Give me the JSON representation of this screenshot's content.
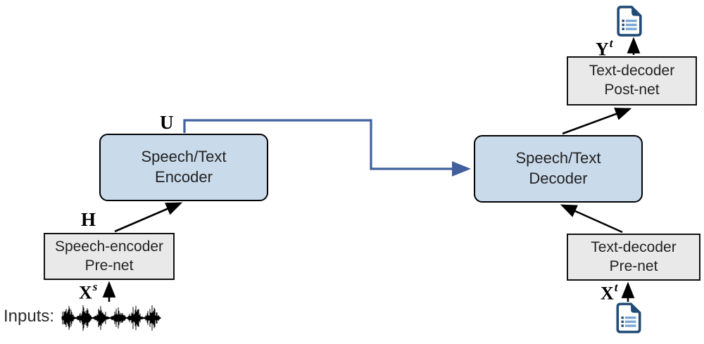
{
  "figure": {
    "caption_inputs": "Inputs:"
  },
  "boxes": {
    "encoder": {
      "line1": "Speech/Text",
      "line2": "Encoder"
    },
    "decoder": {
      "line1": "Speech/Text",
      "line2": "Decoder"
    },
    "speech_encoder_prenet": {
      "line1": "Speech-encoder",
      "line2": "Pre-net"
    },
    "text_decoder_prenet": {
      "line1": "Text-decoder",
      "line2": "Pre-net"
    },
    "text_decoder_postnet": {
      "line1": "Text-decoder",
      "line2": "Post-net"
    }
  },
  "labels": {
    "u": "U",
    "h": "H",
    "x_base": "X",
    "x_sup_s": "s",
    "x_sup_t": "t",
    "y_base": "Y",
    "y_sup_t": "t"
  },
  "icons": {
    "output_document": "document-with-text-icon",
    "input_document": "document-with-text-icon",
    "speech_waveform": "speech-waveform-icon"
  },
  "colors": {
    "blue_box_fill": "#c9daeb",
    "gray_box_fill": "#e9e9e9",
    "box_border": "#000000",
    "connector_blue": "#41609d",
    "arrow_black": "#000000",
    "doc_icon_navy": "#214b75",
    "doc_icon_line_blue": "#79a7d4",
    "text_color": "#222222"
  }
}
